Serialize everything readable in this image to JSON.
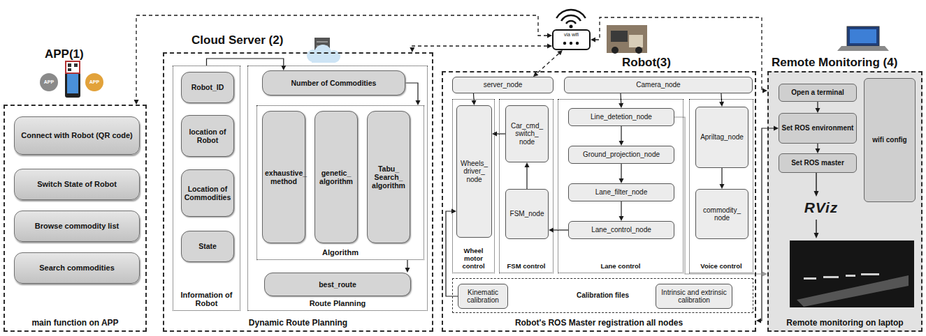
{
  "diagram": {
    "nodes": [
      {
        "text": [
          "APP(1)",
          "main function on APP"
        ]
      },
      {
        "text": [
          "Connect with Robot (QR code)"
        ],
        "in": 0
      },
      {
        "text": [
          "Switch State of Robot"
        ],
        "in": 0
      },
      {
        "text": [
          "Browse commodity list"
        ],
        "in": 0
      },
      {
        "text": [
          "Search commodities"
        ],
        "in": 0
      },
      {
        "text": [
          "Cloud Server (2)",
          "Dynamic Route Planning"
        ]
      },
      {
        "text": [
          "Information of Robot"
        ],
        "in": 5
      },
      {
        "text": [
          "Robot_ID"
        ],
        "in": 6
      },
      {
        "text": [
          "location of Robot"
        ],
        "in": 6
      },
      {
        "text": [
          "Location of Commodities"
        ],
        "in": 6
      },
      {
        "text": [
          "State"
        ],
        "in": 6
      },
      {
        "text": [
          "Route Planning"
        ],
        "in": 5
      },
      {
        "text": [
          "Number of Commodities"
        ],
        "in": 11
      },
      {
        "text": [
          "Algorithm"
        ],
        "in": 11
      },
      {
        "text": [
          "exhaustive_method"
        ],
        "in": 13
      },
      {
        "text": [
          "genetic_algorithm"
        ],
        "in": 13
      },
      {
        "text": [
          "Tabu_Search_algorithm"
        ],
        "in": 13
      },
      {
        "text": [
          "best_route"
        ],
        "in": 11
      },
      {
        "text": [
          "Robot(3)",
          "Robot's ROS Master registration all nodes"
        ]
      },
      {
        "text": [
          "server_node"
        ],
        "in": 18
      },
      {
        "text": [
          "Camera_node"
        ],
        "in": 18
      },
      {
        "text": [
          "Wheel motor control"
        ],
        "in": 18
      },
      {
        "text": [
          "Wheels_driver_node"
        ],
        "in": 21
      },
      {
        "text": [
          "FSM control"
        ],
        "in": 18
      },
      {
        "text": [
          "Car_cmd_switch_node"
        ],
        "in": 23
      },
      {
        "text": [
          "FSM_node"
        ],
        "in": 23
      },
      {
        "text": [
          "Lane control"
        ],
        "in": 18
      },
      {
        "text": [
          "Line_detetion_node"
        ],
        "in": 26
      },
      {
        "text": [
          "Ground_projection_node"
        ],
        "in": 26
      },
      {
        "text": [
          "Lane_filter_node"
        ],
        "in": 26
      },
      {
        "text": [
          "Lane_control_node"
        ],
        "in": 26
      },
      {
        "text": [
          "Voice control"
        ],
        "in": 18
      },
      {
        "text": [
          "Apriltag_node"
        ],
        "in": 31
      },
      {
        "text": [
          "commodity_node"
        ],
        "in": 31
      },
      {
        "text": [
          "Calibration files"
        ],
        "in": 18
      },
      {
        "text": [
          "Kinematic calibration"
        ],
        "in": 34
      },
      {
        "text": [
          "Intrinsic and extrinsic calibration"
        ],
        "in": 34
      },
      {
        "text": [
          "Remote Monitoring (4)",
          "Remote monitoring on laptop"
        ]
      },
      {
        "text": [
          "Open a terminal"
        ],
        "in": 37
      },
      {
        "text": [
          "Set ROS environment"
        ],
        "in": 37
      },
      {
        "text": [
          "Set ROS master"
        ],
        "in": 37
      },
      {
        "text": [
          "wifi config"
        ],
        "in": 37
      },
      {
        "text": [
          "via wifi"
        ]
      }
    ],
    "edges": [
      {
        "from": 42,
        "to": 0,
        "arrow": "both"
      },
      {
        "from": 42,
        "to": 5,
        "arrow": "both"
      },
      {
        "from": 42,
        "to": 19,
        "arrow": "both"
      },
      {
        "from": 42,
        "to": 37,
        "arrow": "both"
      },
      {
        "from": 6,
        "to": 12,
        "arrow": "to"
      },
      {
        "from": 12,
        "to": 13,
        "arrow": "to"
      },
      {
        "from": 13,
        "to": 17,
        "arrow": "to"
      },
      {
        "from": 19,
        "to": 22,
        "arrow": "to"
      },
      {
        "from": 20,
        "to": 27,
        "arrow": "to"
      },
      {
        "from": 20,
        "to": 32,
        "arrow": "to"
      },
      {
        "from": 27,
        "to": 28,
        "arrow": "to"
      },
      {
        "from": 28,
        "to": 29,
        "arrow": "to"
      },
      {
        "from": 29,
        "to": 30,
        "arrow": "to"
      },
      {
        "from": 30,
        "to": 25,
        "arrow": "to"
      },
      {
        "from": 25,
        "to": 24,
        "arrow": "to"
      },
      {
        "from": 24,
        "to": 22,
        "arrow": "to"
      },
      {
        "from": 32,
        "to": 33,
        "arrow": "to"
      },
      {
        "from": 35,
        "to": 22,
        "arrow": "to"
      },
      {
        "from": 18,
        "to": 39,
        "arrow": "both"
      },
      {
        "from": 27,
        "to": 37,
        "arrow": "to"
      },
      {
        "from": 38,
        "to": 39,
        "arrow": "to"
      },
      {
        "from": 39,
        "to": 40,
        "arrow": "to"
      }
    ],
    "labels": [
      "APP",
      "APP",
      "RViz"
    ]
  }
}
